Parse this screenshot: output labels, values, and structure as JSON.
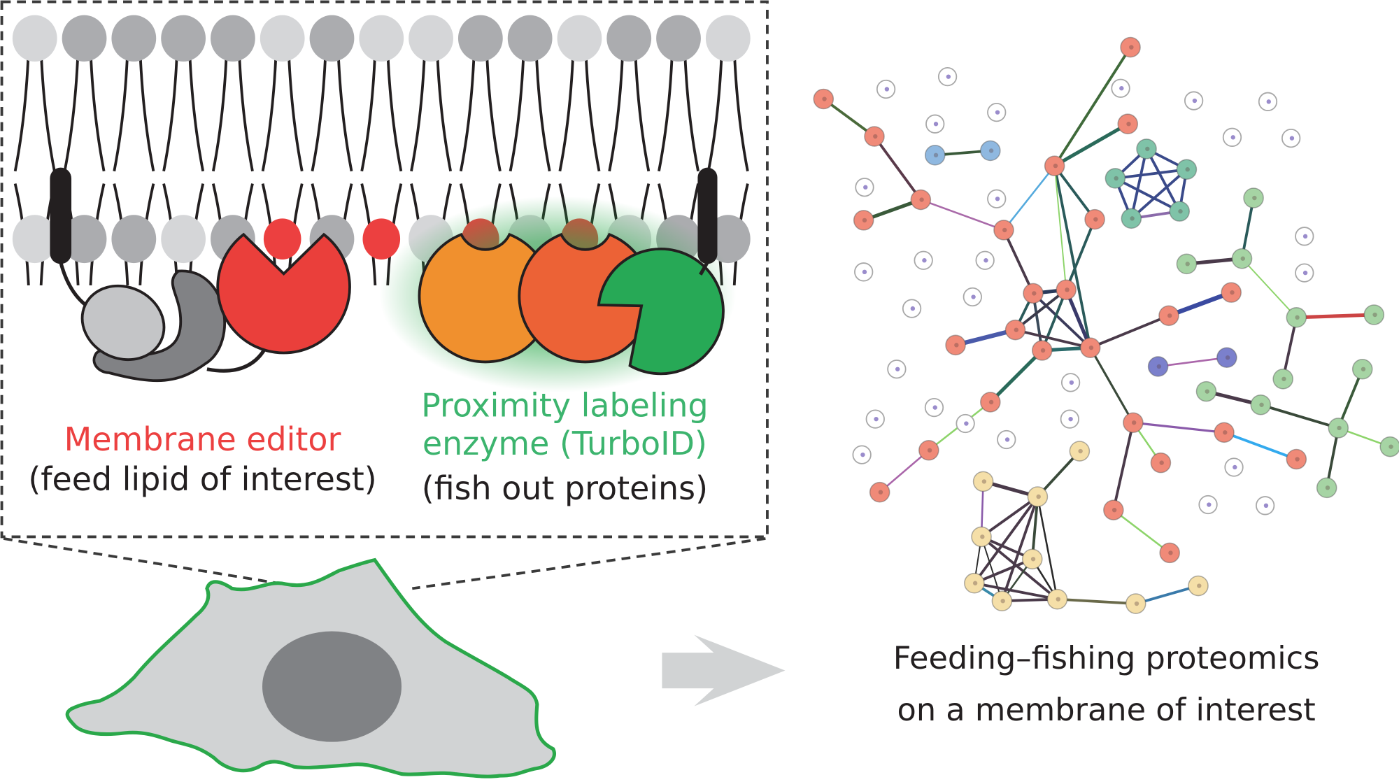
{
  "figure": {
    "zoom_panel": {
      "membrane_editor": {
        "title": "Membrane editor",
        "subtitle": "(feed lipid of interest)",
        "title_color": "#ec4040"
      },
      "proximity_enzyme": {
        "title_line1": "Proximity labeling",
        "title_line2": "enzyme (TurboID)",
        "subtitle": "(fish out proteins)",
        "title_color": "#3cb46e"
      },
      "top_leaflet_heads": [
        "light",
        "dark",
        "dark",
        "dark",
        "dark",
        "light",
        "dark",
        "light",
        "light",
        "dark",
        "dark",
        "light",
        "dark",
        "dark",
        "light"
      ],
      "bottom_leaflet_heads": [
        "light",
        "dark",
        "dark",
        "light",
        "dark",
        "red",
        "dark",
        "red",
        "light",
        "red",
        "light",
        "red",
        "light",
        "dark",
        "dark"
      ]
    },
    "cell": {
      "membrane_color": "#2aa84a",
      "cytoplasm_color": "#d1d3d4",
      "nucleus_color": "#808285"
    },
    "arrow": {
      "color": "#d1d3d4"
    },
    "network": {
      "caption_line1": "Feeding–fishing proteomics",
      "caption_line2": "on a membrane of interest",
      "cluster_colors": {
        "red": "#f08a78",
        "blue": "#8fb8e0",
        "teal": "#7fc3a8",
        "green": "#a6d4a4",
        "purple": "#7b80cc",
        "yellow": "#f5dfa8",
        "empty": "#ffffff"
      }
    },
    "colors": {
      "lipid_light": "#d5d6d8",
      "lipid_dark": "#abacaf",
      "lipid_red": "#ec4040",
      "tail": "#231f20",
      "editor_red": "#ea3f3b",
      "orange": "#f0902e",
      "orange_red": "#ec6236",
      "turbo_green": "#27a956",
      "anchor_gray_light": "#c4c5c7",
      "anchor_gray_dark": "#818285"
    }
  }
}
